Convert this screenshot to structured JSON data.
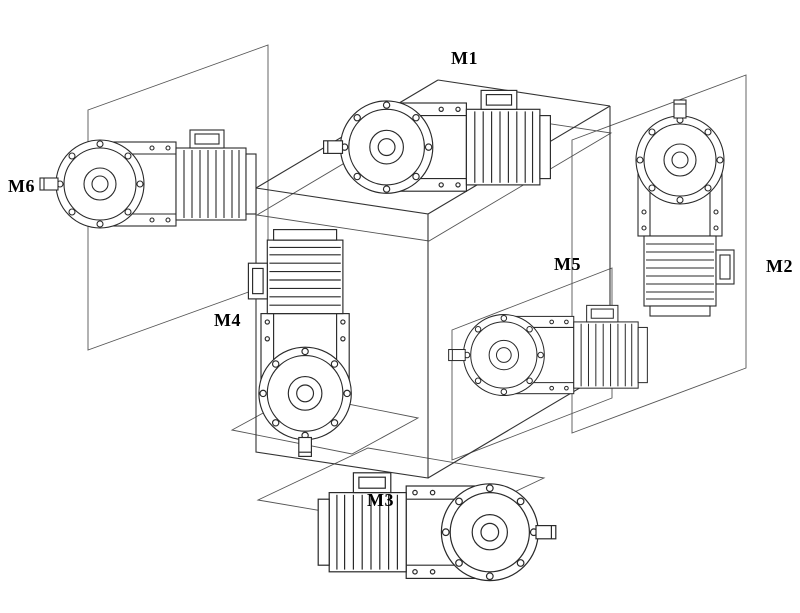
{
  "diagram": {
    "kind": "gearmotor-mounting-positions",
    "positions": [
      {
        "id": "M1",
        "label": "M1"
      },
      {
        "id": "M2",
        "label": "M2"
      },
      {
        "id": "M3",
        "label": "M3"
      },
      {
        "id": "M4",
        "label": "M4"
      },
      {
        "id": "M5",
        "label": "M5"
      },
      {
        "id": "M6",
        "label": "M6"
      }
    ],
    "colors": {
      "line": "#2a2a2a",
      "plane_line": "#555555",
      "background": "#ffffff"
    }
  }
}
